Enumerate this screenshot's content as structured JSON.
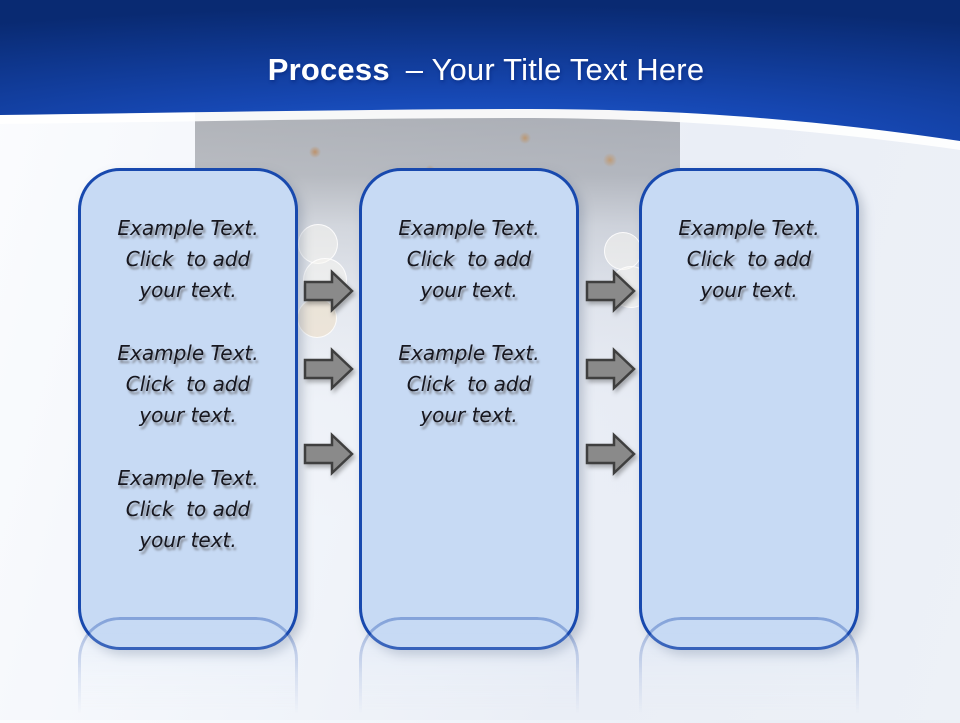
{
  "slide": {
    "header": {
      "title_bold": "Process",
      "title_rest": "– Your Title Text Here"
    },
    "boxes": [
      {
        "name": "step-1",
        "paragraphs": [
          "Example Text.\nClick  to add\nyour text.",
          "Example Text.\nClick  to add\nyour text.",
          "Example Text.\nClick  to add\nyour text."
        ]
      },
      {
        "name": "step-2",
        "paragraphs": [
          "Example Text.\nClick  to add\nyour text.",
          "Example Text.\nClick  to add\nyour text."
        ]
      },
      {
        "name": "step-3",
        "paragraphs": [
          "Example Text.\nClick  to add\nyour text."
        ]
      }
    ],
    "arrows": {
      "icon": "arrow-right-icon",
      "groups": [
        {
          "between": "step-1-step-2",
          "count": 3
        },
        {
          "between": "step-2-step-3",
          "count": 3
        }
      ]
    },
    "colors": {
      "header_gradient_center": "#2163DE",
      "header_gradient_mid": "#1647B2",
      "header_gradient_edge": "#092A72",
      "box_fill": "#C7DAF4",
      "box_border": "#1849AE",
      "arrow_fill": "#8A8A8A",
      "arrow_border": "#3F3F3F",
      "title_text": "#FFFFFF",
      "body_text": "#17171F"
    }
  }
}
